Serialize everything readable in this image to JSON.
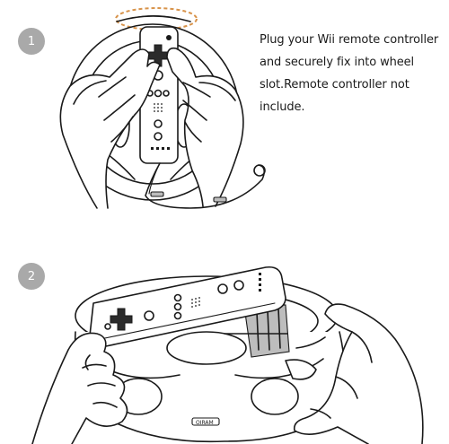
{
  "steps": [
    {
      "number": "1",
      "text": "Plug your Wii remote controller and securely fix into wheel slot.Remote controller not include."
    },
    {
      "number": "2"
    }
  ],
  "colors": {
    "badge": "#a9a9a9",
    "highlight_dashes": "#d8934a",
    "line_art": "#1a1a1a"
  },
  "icons": {
    "step1_illustration": "hands-holding-wheel-with-remote-icon",
    "step2_illustration": "remote-inserted-into-wheel-icon"
  }
}
